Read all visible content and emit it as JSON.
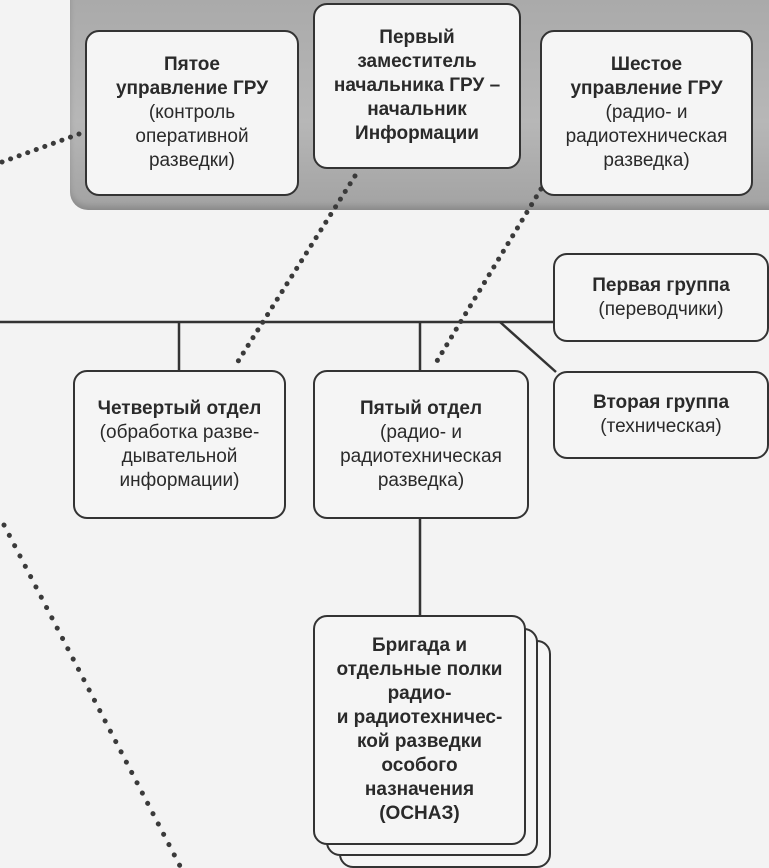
{
  "diagram": {
    "top_boxes": [
      {
        "title": "Пятое\nуправление ГРУ",
        "subtitle": "(контроль\nоперативной\nразведки)"
      },
      {
        "title": "Первый\nзаместитель\nначальника ГРУ –\nначальник\nИнформации",
        "subtitle": ""
      },
      {
        "title": "Шестое\nуправление ГРУ",
        "subtitle": "(радио- и\nрадиотехническая\nразведка)"
      }
    ],
    "middle_boxes": [
      {
        "title": "Четвертый отдел",
        "subtitle": "(обработка разве-\nдывательной\nинформации)"
      },
      {
        "title": "Пятый отдел",
        "subtitle": "(радио- и\nрадиотехническая\nразведка)"
      }
    ],
    "group_boxes": [
      {
        "title": "Первая группа",
        "subtitle": "(переводчики)"
      },
      {
        "title": "Вторая группа",
        "subtitle": "(техническая)"
      }
    ],
    "bottom_box": {
      "title": "Бригада и\nотдельные полки\nрадио-\nи радиотехничес-\nкой разведки\nособого\nназначения\n(ОСНАЗ)"
    },
    "colors": {
      "band": "#b0b0b0",
      "box_fill": "#f5f5f5",
      "line": "#333333",
      "background": "#f3f3f3"
    }
  }
}
